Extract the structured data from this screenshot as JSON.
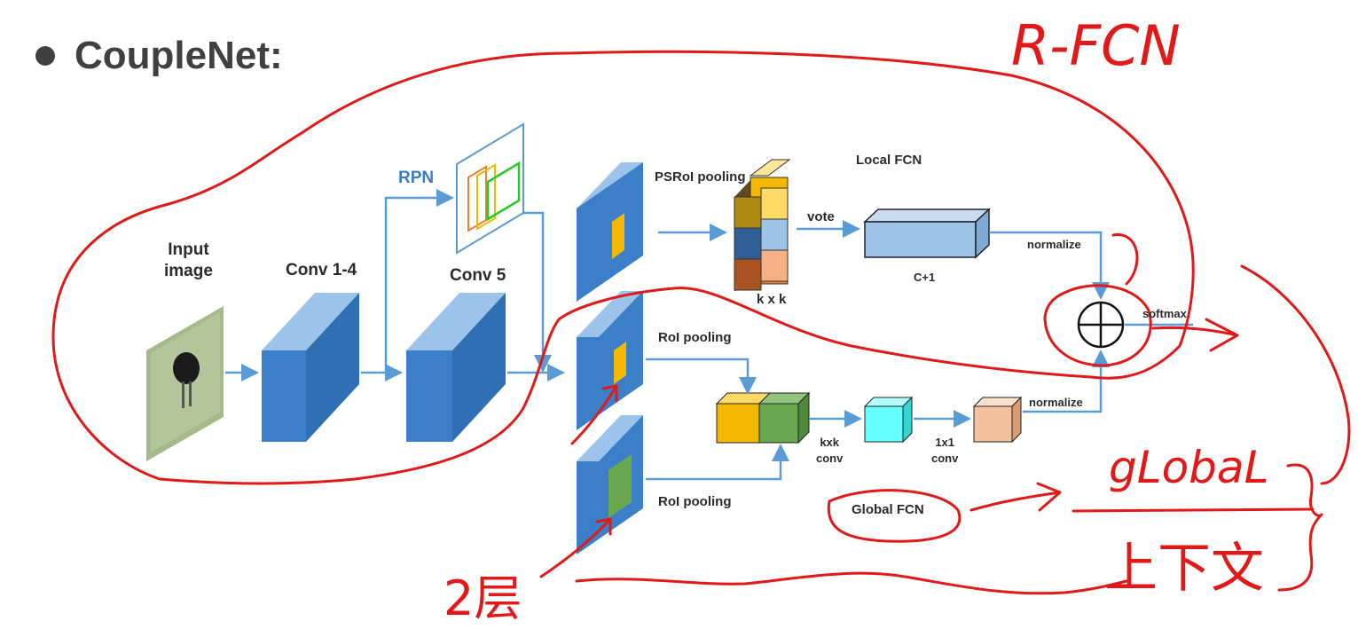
{
  "slide": {
    "title": "CoupleNet:"
  },
  "diagram": {
    "input_label": "Input\nimage",
    "conv14_label": "Conv 1-4",
    "conv5_label": "Conv 5",
    "rpn_label": "RPN",
    "psroi_label": "PSRoI pooling",
    "kxk_label": "k x k",
    "vote_label": "vote",
    "local_fcn_label": "Local FCN",
    "c1_label": "C+1",
    "normalize_top": "normalize",
    "softmax_label": "softmax",
    "roi_pool_1": "RoI pooling",
    "roi_pool_2": "RoI pooling",
    "kxk_conv_label": "kxk\nconv",
    "conv1x1_label": "1x1\nconv",
    "normalize_bottom": "normalize",
    "global_fcn_label": "Global FCN",
    "colors": {
      "block_blue": "#3a7fc7",
      "arrow_blue": "#5b9bd5",
      "yellow": "#f5b800",
      "green": "#6aa84f",
      "cyan": "#66ffff",
      "peach": "#f4c19f",
      "annotation_red": "#e11919"
    }
  },
  "annotations": {
    "top_right": "R-FCN",
    "global": "gLobaL",
    "context": "上下文",
    "layers": "2层"
  }
}
